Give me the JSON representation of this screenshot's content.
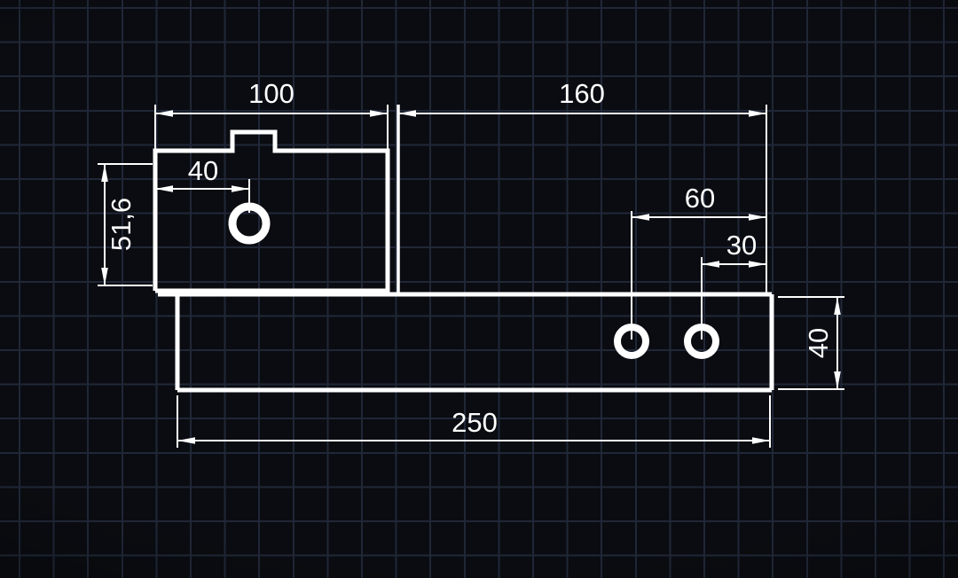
{
  "drawing": {
    "colors": {
      "background": "#0a0c11",
      "grid": "#202737",
      "stroke": "#ffffff"
    },
    "dimensions": {
      "width_100": "100",
      "width_160": "160",
      "hole_offset_40": "40",
      "height_51_6": "51,6",
      "spacing_60": "60",
      "spacing_30": "30",
      "flange_height_40": "40",
      "total_length_250": "250"
    }
  }
}
